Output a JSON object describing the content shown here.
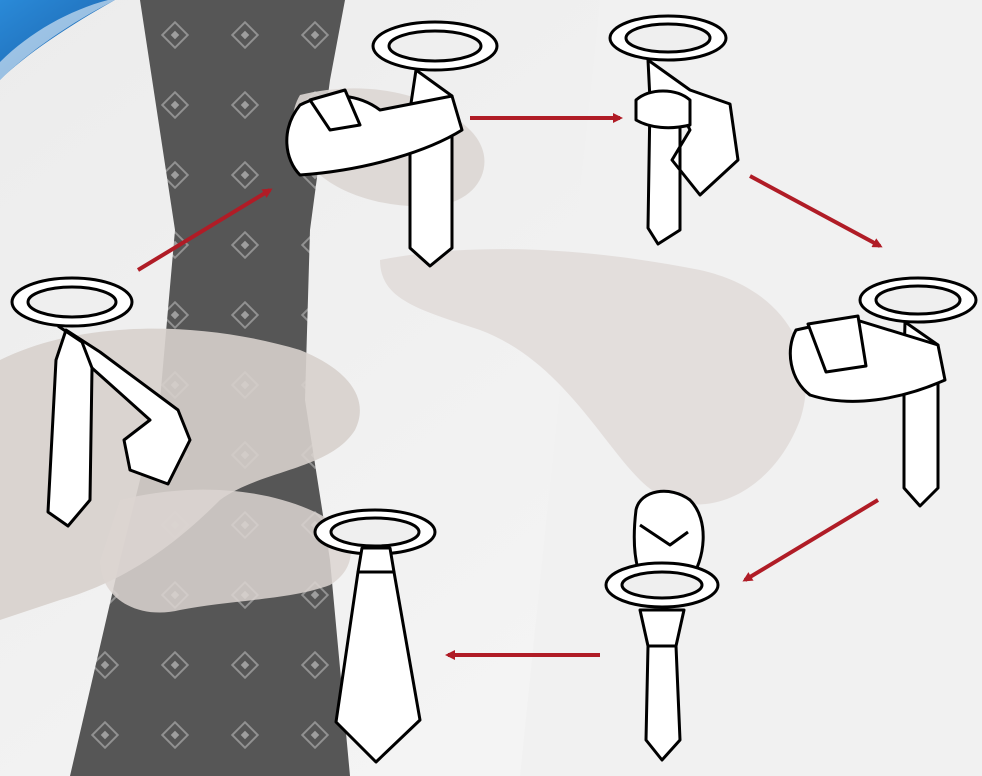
{
  "diagram": {
    "topic": "tie-knot-steps",
    "step_count": 6,
    "arrow_count": 5,
    "colors": {
      "background": "#f4f4f4",
      "shirt": "#e9e9e9",
      "dark_tie_photo": "#505050",
      "hand_tone": "#d9d3d0",
      "arrow": "#b01c26",
      "corner_badge": "#1e77c4",
      "drawing_fill": "#ffffff",
      "drawing_outline": "#000000"
    },
    "icons": [
      "collar-loop-icon",
      "tie-blade-icon",
      "knot-icon",
      "arrow-icon"
    ]
  }
}
